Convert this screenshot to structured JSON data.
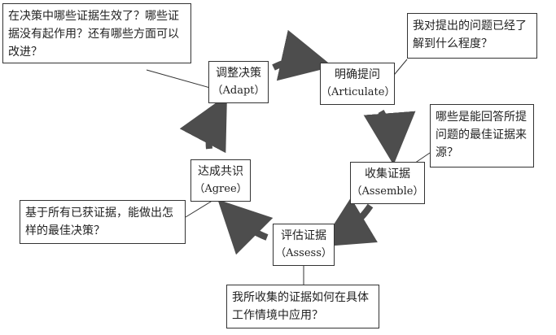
{
  "stages": {
    "adapt": {
      "cn": "调整决策",
      "en": "（Adapt）"
    },
    "articulate": {
      "cn": "明确提问",
      "en": "（Articulate）"
    },
    "assemble": {
      "cn": "收集证据",
      "en": "（Assemble）"
    },
    "assess": {
      "cn": "评估证据",
      "en": "（Assess）"
    },
    "agree": {
      "cn": "达成共识",
      "en": "（Agree）"
    }
  },
  "notes": {
    "adapt": "在决策中哪些证据生效了？哪些证据没有起作用？还有哪些方面可以改进？",
    "articulate": "我对提出的问题已经了解到什么程度？",
    "assemble": "哪些是能回答所提问题的最佳证据来源？",
    "assess": "我所收集的证据如何在具体工作情境中应用？",
    "agree": "基于所有已获证据，能做出怎样的最佳决策？"
  },
  "colors": {
    "arrow": "#4d4d4d",
    "border": "#333333"
  }
}
